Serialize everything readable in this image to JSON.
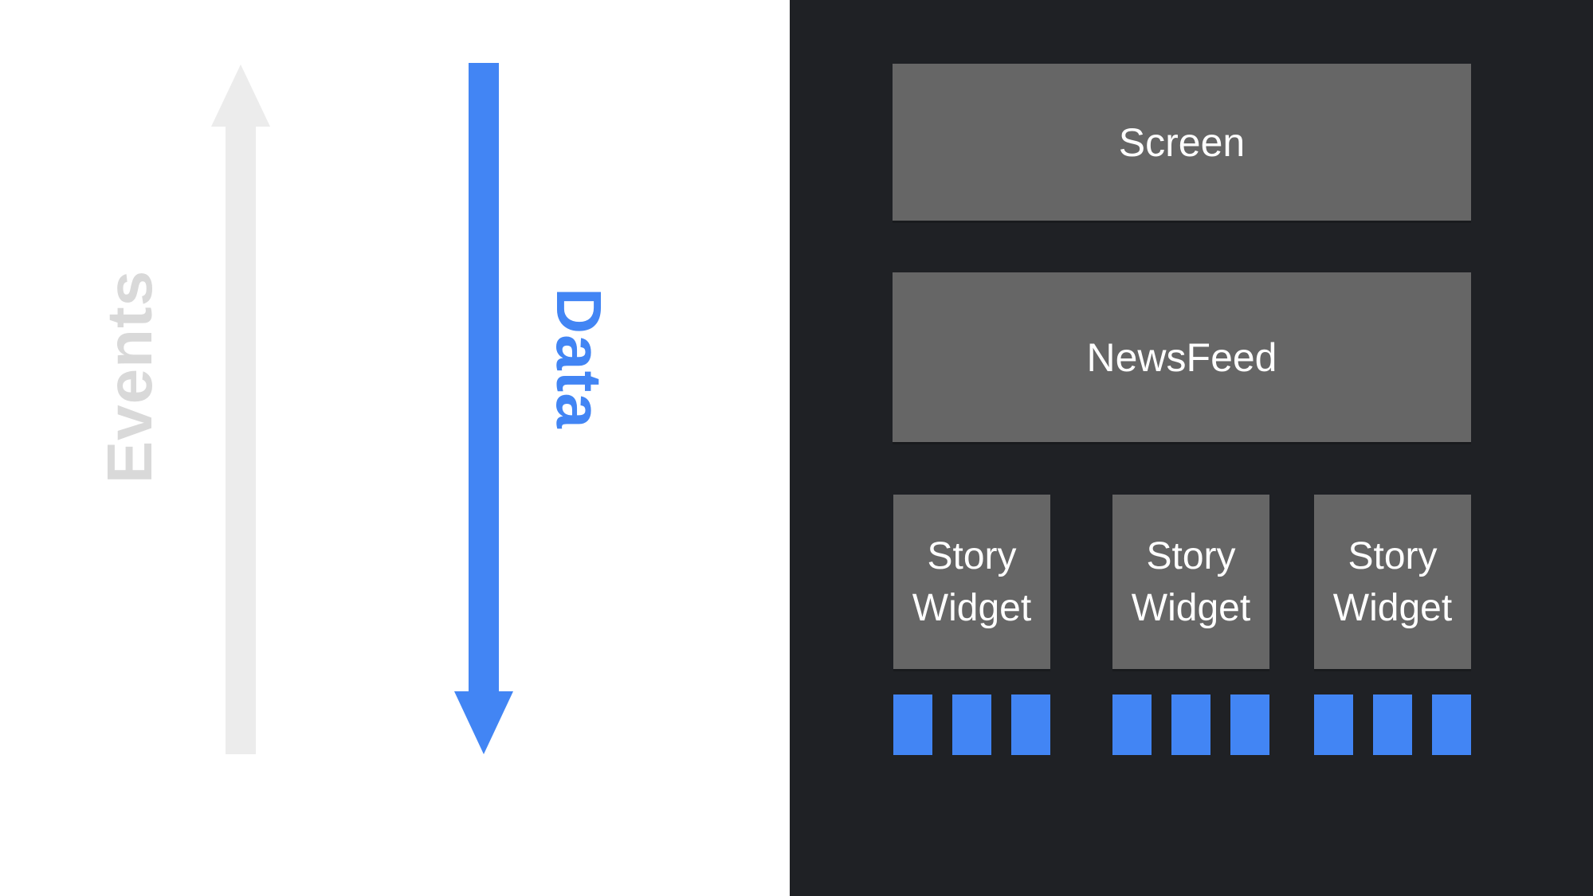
{
  "diagram": {
    "left_section": {
      "events_label": "Events",
      "events_arrow_direction": "up",
      "data_label": "Data",
      "data_arrow_direction": "down"
    },
    "widget_tree": {
      "screen_label": "Screen",
      "newsfeed_label": "NewsFeed",
      "story_widgets": [
        {
          "label": "Story Widget",
          "data_block_count": 3
        },
        {
          "label": "Story Widget",
          "data_block_count": 3
        },
        {
          "label": "Story Widget",
          "data_block_count": 3
        }
      ]
    }
  },
  "colors": {
    "background": "#ffffff",
    "panel_dark": "#1f2125",
    "box_gray": "#666666",
    "accent_blue": "#4285f4",
    "arrow_gray": "#ececec",
    "events_text": "#d9d9d9",
    "box_text": "#ffffff"
  }
}
